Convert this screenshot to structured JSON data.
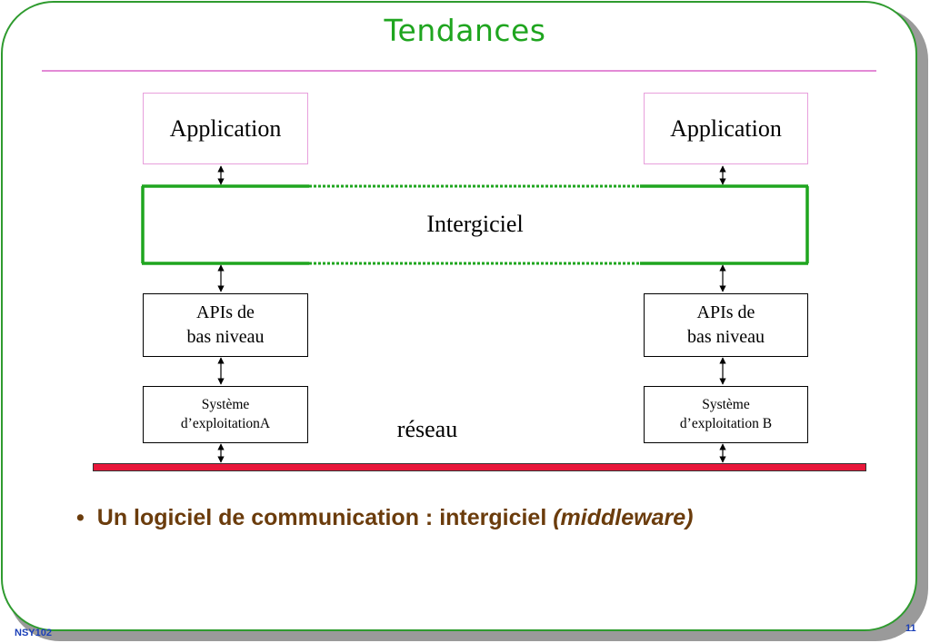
{
  "slide": {
    "title": "Tendances",
    "footer_left": "NSY102",
    "page_number": "11"
  },
  "diagram": {
    "left": {
      "application": "Application",
      "apis_line1": "APIs de",
      "apis_line2": "bas niveau",
      "os_line1": "Système",
      "os_line2": "d’exploitationA"
    },
    "right": {
      "application": "Application",
      "apis_line1": "APIs de",
      "apis_line2": "bas niveau",
      "os_line1": "Système",
      "os_line2": "d’exploitation B"
    },
    "middleware": "Intergiciel",
    "network": "réseau"
  },
  "bullet": {
    "text": "Un logiciel de communication : intergiciel ",
    "emphasis": "(middleware)"
  },
  "colors": {
    "title": "#1fa51f",
    "slide_border": "#2f9b2f",
    "title_rule": "#e38ad6",
    "application_border": "#e8a0dc",
    "middleware_border": "#1fa51f",
    "network_bar": "#e8173a",
    "bullet_text": "#6b3c0c",
    "footer_text": "#1a3fb8"
  }
}
